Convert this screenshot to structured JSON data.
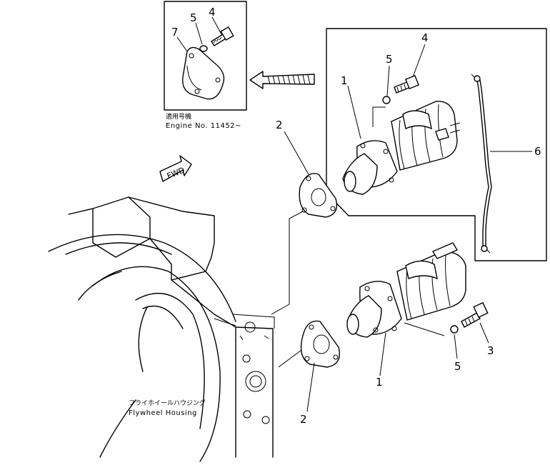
{
  "inset": {
    "applicability_jp": "適用号機",
    "engine_label": "Engine  No. 11452~"
  },
  "fwd_label": "FWD",
  "housing": {
    "label_jp": "フライホイールハウジング",
    "label_en": "Flywheel  Housing"
  },
  "callouts": {
    "inset_bolt": "4",
    "inset_washer": "5",
    "inset_cover": "7",
    "upper_starter": "1",
    "upper_washer": "5",
    "upper_bolt": "4",
    "upper_gasket": "2",
    "cable": "6",
    "lower_bolt": "3",
    "lower_washer": "5",
    "lower_starter": "1",
    "lower_gasket": "2"
  }
}
